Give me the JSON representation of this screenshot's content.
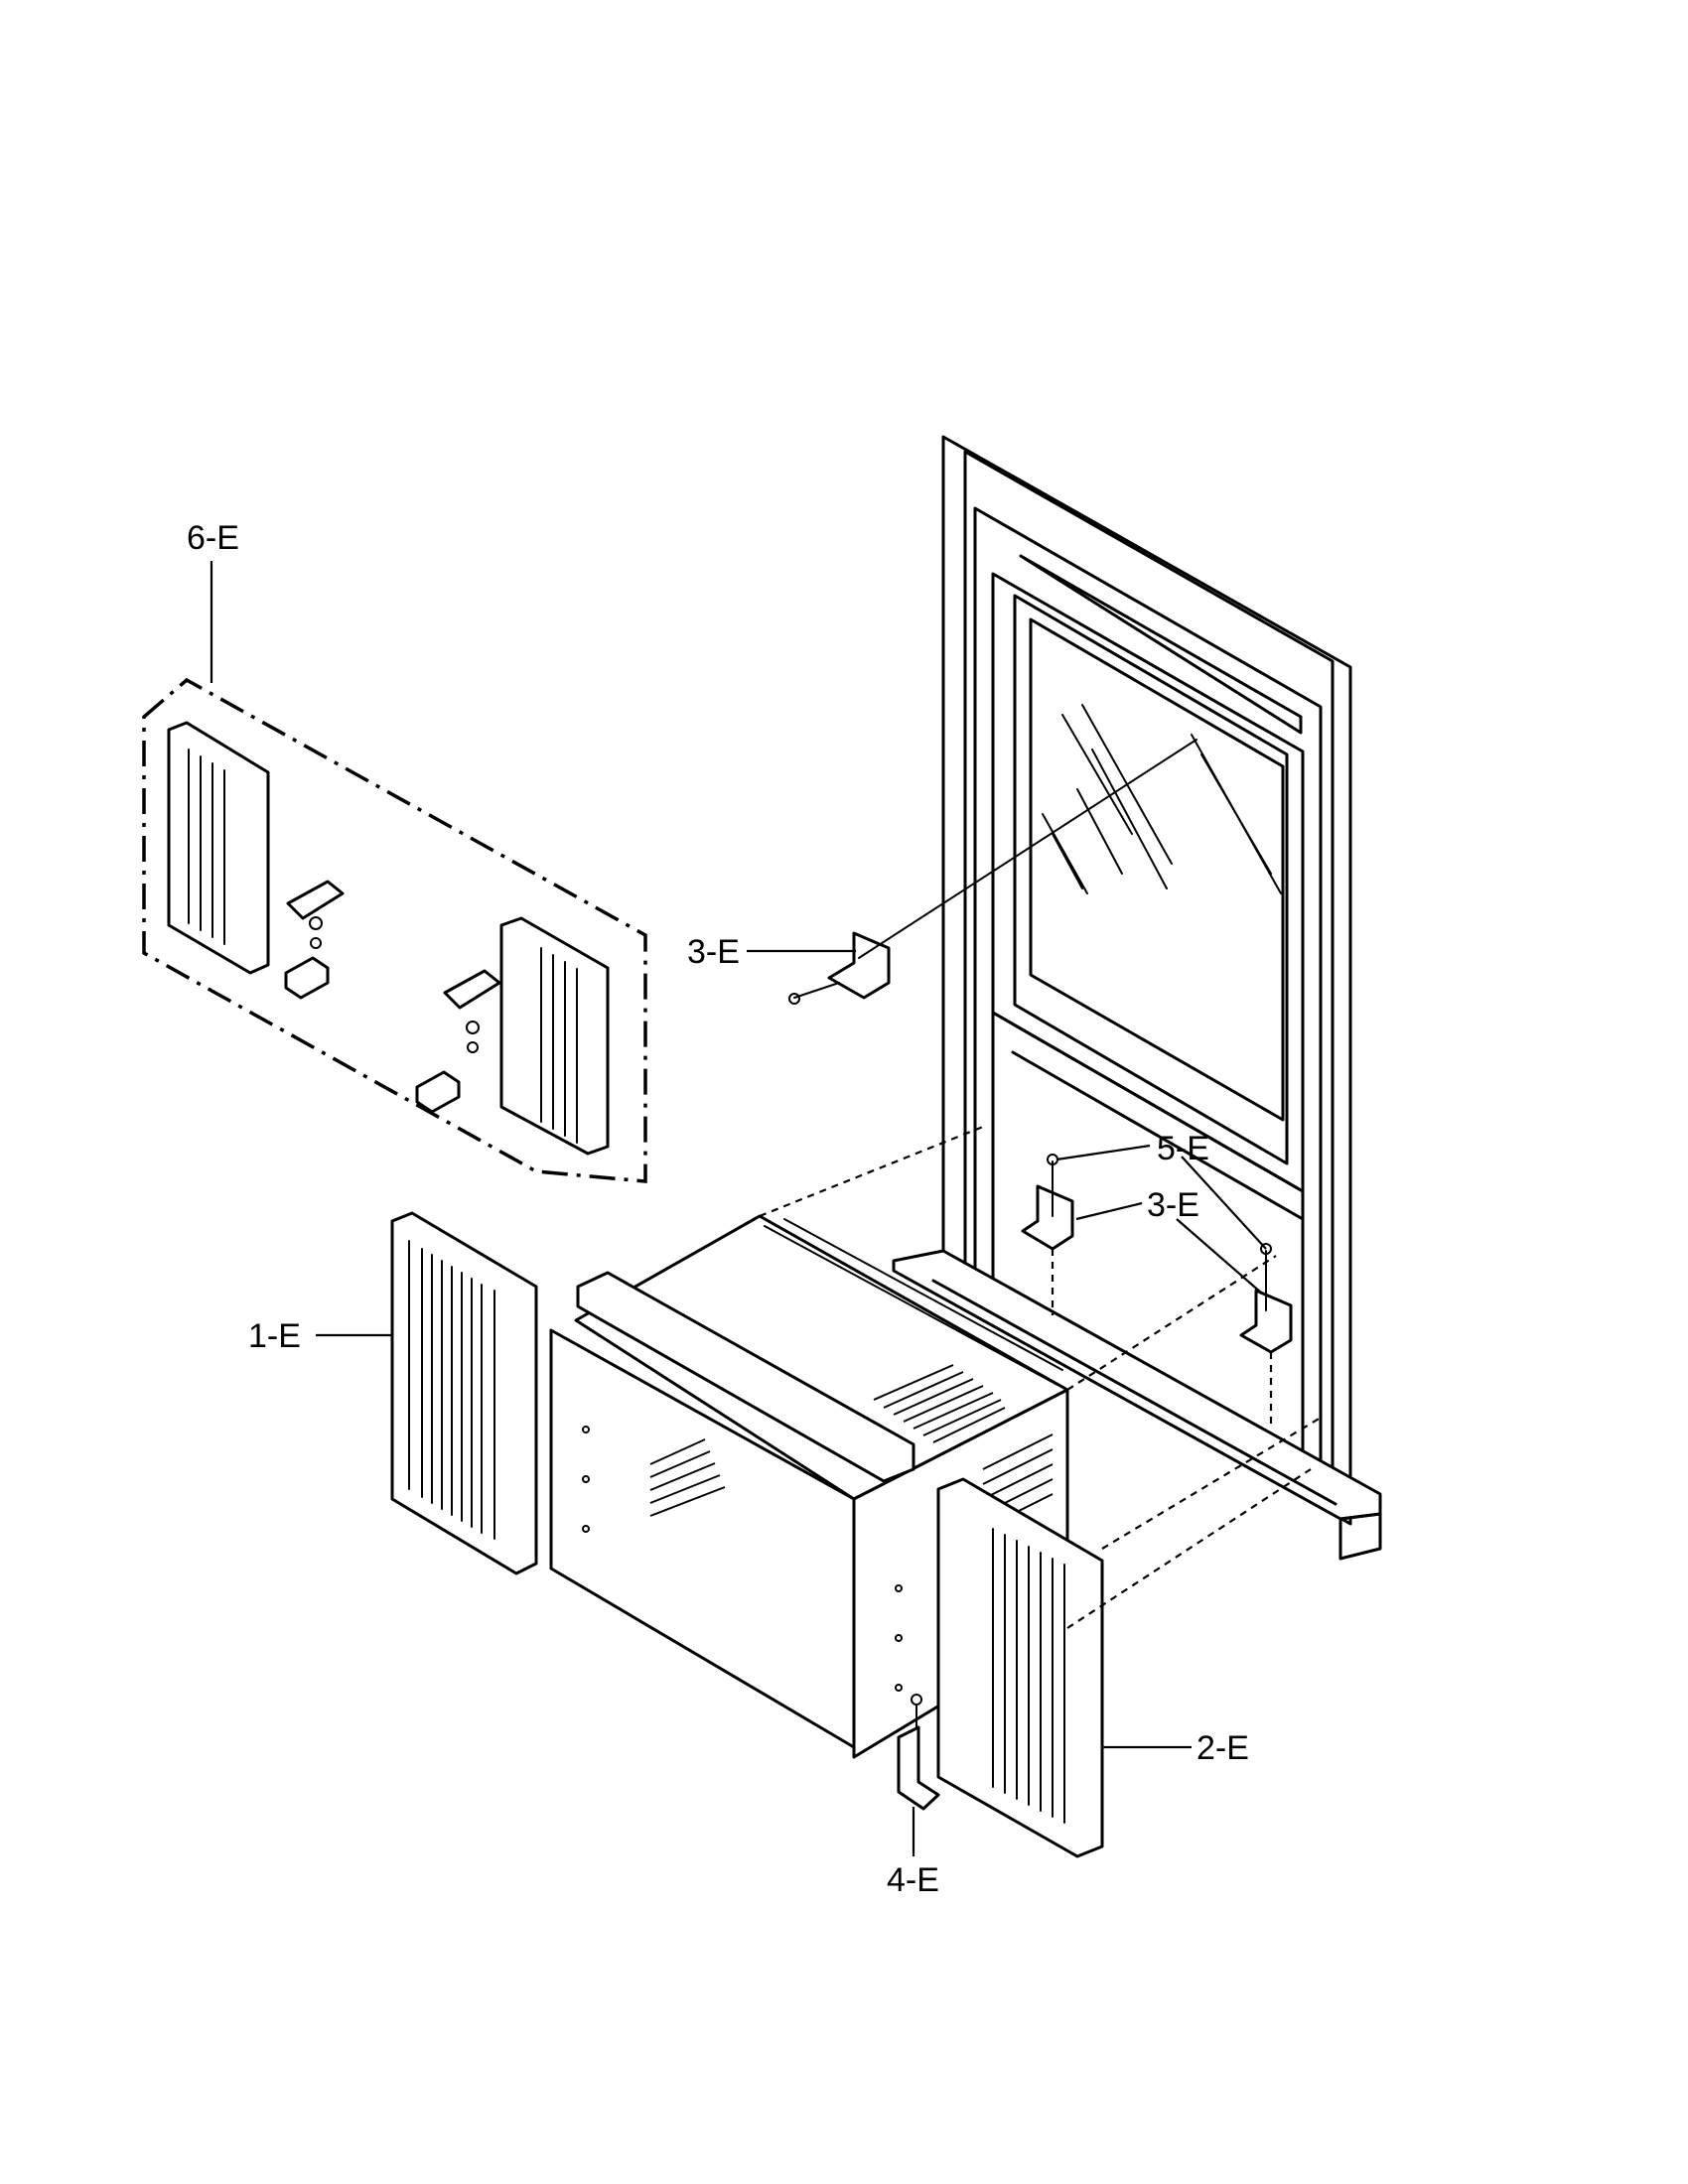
{
  "parts": [
    {
      "id": "6-E"
    },
    {
      "id": "3-E"
    },
    {
      "id": "5-E"
    },
    {
      "id": "3-E"
    },
    {
      "id": "1-E"
    },
    {
      "id": "2-E"
    },
    {
      "id": "4-E"
    }
  ]
}
